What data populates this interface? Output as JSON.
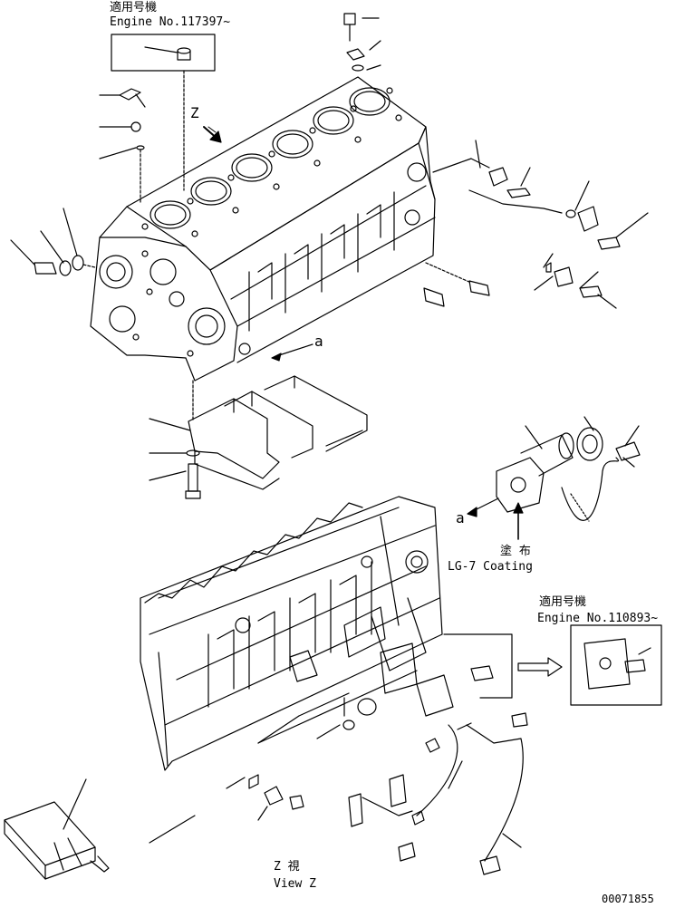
{
  "callout_top": {
    "applicable_jp": "適用号機",
    "engine_no": "Engine No.117397~"
  },
  "callout_mid": {
    "applicable_jp": "適用号機",
    "engine_no": "Engine No.110893~"
  },
  "view_letter": "Z",
  "section_letter_top": "a",
  "section_letter_bottom": "a",
  "coating_jp": "塗 布",
  "coating_en": "LG-7 Coating",
  "view_z_jp": "Z  視",
  "view_z_en": "View Z",
  "drawing_number": "00071855"
}
